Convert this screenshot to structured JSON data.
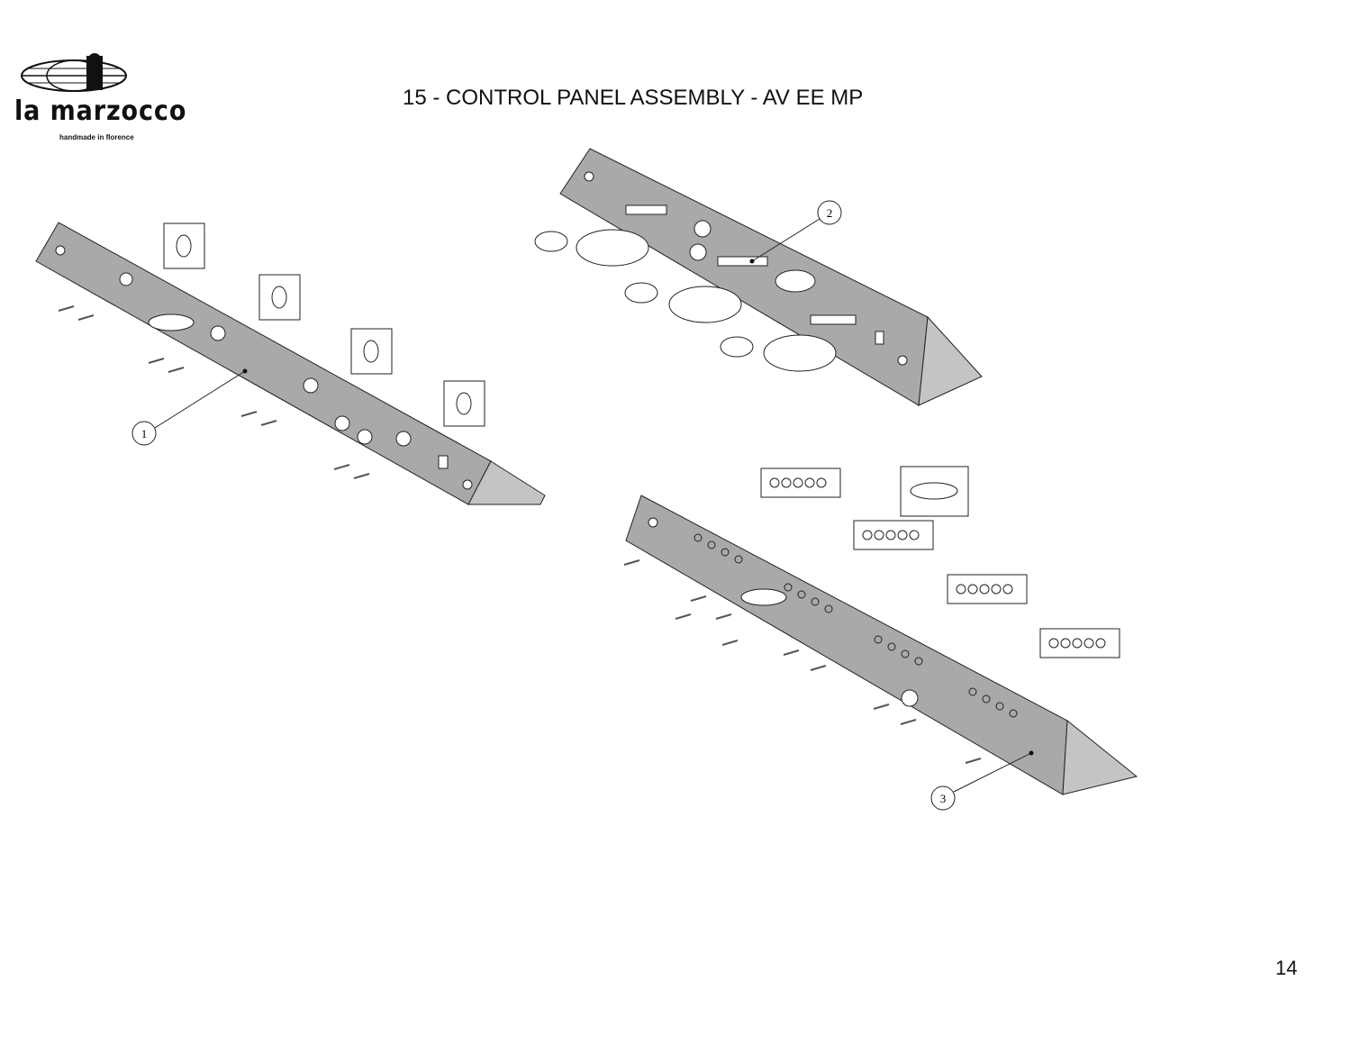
{
  "header": {
    "title": "15 - CONTROL PANEL ASSEMBLY - AV EE MP",
    "brand": "la marzocco",
    "tagline": "handmade in florence"
  },
  "callouts": [
    "1",
    "2",
    "3"
  ],
  "footer": {
    "page_number": "14"
  },
  "colors": {
    "panel": "#a9a9a9",
    "line": "#222222"
  }
}
